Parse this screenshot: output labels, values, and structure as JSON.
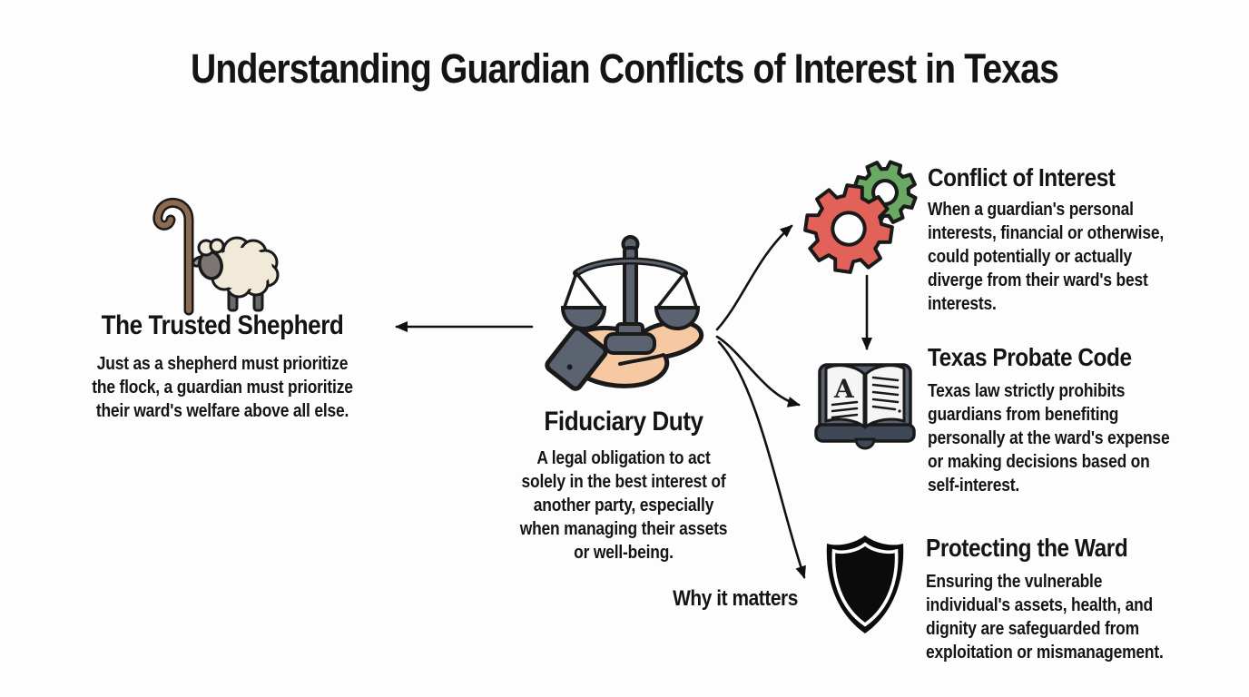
{
  "title": "Understanding Guardian Conflicts of Interest in Texas",
  "left": {
    "icon": "shepherd-crook-and-sheep",
    "heading": "The Trusted Shepherd",
    "body": "Just as a shepherd must prioritize\nthe flock, a guardian must prioritize\ntheir ward's welfare above all else."
  },
  "center": {
    "icon": "hand-holding-scales-of-justice",
    "heading": "Fiduciary Duty",
    "body": "A legal obligation to act\nsolely in the best interest of\nanother party, especially\nwhen managing their assets\nor well-being.",
    "caption": "Why it matters"
  },
  "right": [
    {
      "icon": "meshing-gears",
      "heading": "Conflict of Interest",
      "body": "When a guardian's personal\ninterests, financial or otherwise,\ncould potentially or actually\ndiverge from their ward's best\ninterests."
    },
    {
      "icon": "open-law-book",
      "heading": "Texas Probate Code",
      "body": "Texas law strictly prohibits\nguardians from benefiting\npersonally at the ward's expense\nor making decisions based on\nself-interest."
    },
    {
      "icon": "shield",
      "heading": "Protecting the Ward",
      "body": "Ensuring the vulnerable\nindividual's assets, health, and\ndignity are safeguarded from\nexploitation or mismanagement."
    }
  ],
  "book_letter": "A",
  "palette": {
    "gear_red": "#e2625a",
    "gear_green": "#69a963",
    "slate": "#5b6370",
    "hand_skin": "#f6c9a2",
    "sheep_cream": "#f2ead8",
    "sheep_gray": "#7b7674",
    "crook_brown": "#8d6b50",
    "ink": "#141414",
    "background": "#fdfdfd"
  }
}
